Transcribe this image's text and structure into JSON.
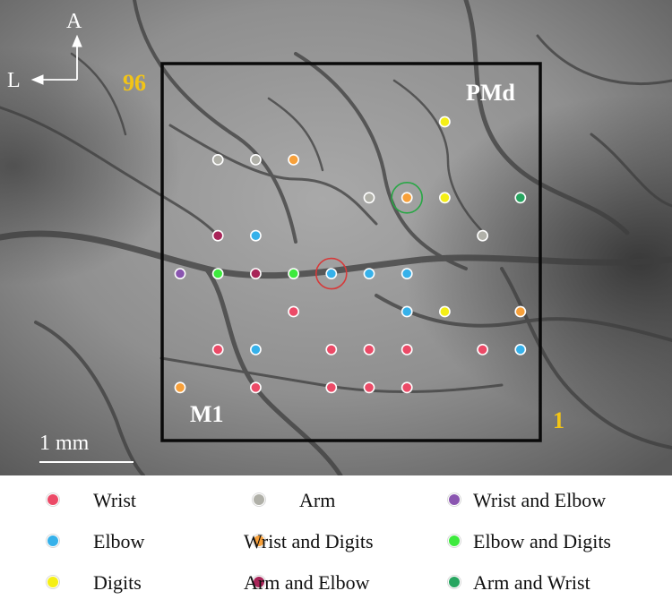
{
  "figure": {
    "region_top_right": "PMd",
    "region_bottom_left": "M1",
    "channel_label_top_left": "96",
    "channel_label_bottom_right": "1",
    "scale_bar_label": "1 mm",
    "compass_anterior": "A",
    "compass_lateral": "L",
    "colors": {
      "array_outline": "#0a0a0a",
      "region_label": "#ffffff",
      "channel_label": "#f2c416",
      "marker_red_circle": "#d63a3a",
      "marker_green_circle": "#28a745"
    }
  },
  "categories": [
    {
      "key": "wrist",
      "label": "Wrist",
      "color": "#ec4a67"
    },
    {
      "key": "arm",
      "label": "Arm",
      "color": "#b0b0a8"
    },
    {
      "key": "wrist_elbow",
      "label": "Wrist and Elbow",
      "color": "#8a55b0"
    },
    {
      "key": "elbow",
      "label": "Elbow",
      "color": "#36b1ea"
    },
    {
      "key": "wrist_digits",
      "label": "Wrist and Digits",
      "color": "#f7a03a"
    },
    {
      "key": "elbow_digits",
      "label": "Elbow and Digits",
      "color": "#3dea3d"
    },
    {
      "key": "digits",
      "label": "Digits",
      "color": "#f5ef16"
    },
    {
      "key": "arm_elbow",
      "label": "Arm and Elbow",
      "color": "#a82458"
    },
    {
      "key": "arm_wrist",
      "label": "Arm and Wrist",
      "color": "#27a560"
    }
  ],
  "electrodes": [
    {
      "col": 7,
      "row": 1,
      "category": "digits"
    },
    {
      "col": 1,
      "row": 2,
      "category": "arm"
    },
    {
      "col": 2,
      "row": 2,
      "category": "arm"
    },
    {
      "col": 3,
      "row": 2,
      "category": "wrist_digits"
    },
    {
      "col": 5,
      "row": 3,
      "category": "arm"
    },
    {
      "col": 6,
      "row": 3,
      "category": "wrist_digits",
      "ring": "green"
    },
    {
      "col": 7,
      "row": 3,
      "category": "digits"
    },
    {
      "col": 9,
      "row": 3,
      "category": "arm_wrist"
    },
    {
      "col": 1,
      "row": 4,
      "category": "arm_elbow"
    },
    {
      "col": 2,
      "row": 4,
      "category": "elbow"
    },
    {
      "col": 8,
      "row": 4,
      "category": "arm"
    },
    {
      "col": 0,
      "row": 5,
      "category": "wrist_elbow"
    },
    {
      "col": 1,
      "row": 5,
      "category": "elbow_digits"
    },
    {
      "col": 2,
      "row": 5,
      "category": "arm_elbow"
    },
    {
      "col": 3,
      "row": 5,
      "category": "elbow_digits"
    },
    {
      "col": 4,
      "row": 5,
      "category": "elbow",
      "ring": "red"
    },
    {
      "col": 5,
      "row": 5,
      "category": "elbow"
    },
    {
      "col": 6,
      "row": 5,
      "category": "elbow"
    },
    {
      "col": 3,
      "row": 6,
      "category": "wrist"
    },
    {
      "col": 6,
      "row": 6,
      "category": "elbow"
    },
    {
      "col": 7,
      "row": 6,
      "category": "digits"
    },
    {
      "col": 9,
      "row": 6,
      "category": "wrist_digits"
    },
    {
      "col": 1,
      "row": 7,
      "category": "wrist"
    },
    {
      "col": 2,
      "row": 7,
      "category": "elbow"
    },
    {
      "col": 4,
      "row": 7,
      "category": "wrist"
    },
    {
      "col": 5,
      "row": 7,
      "category": "wrist"
    },
    {
      "col": 6,
      "row": 7,
      "category": "wrist"
    },
    {
      "col": 8,
      "row": 7,
      "category": "wrist"
    },
    {
      "col": 9,
      "row": 7,
      "category": "elbow"
    },
    {
      "col": 0,
      "row": 8,
      "category": "wrist_digits"
    },
    {
      "col": 2,
      "row": 8,
      "category": "wrist"
    },
    {
      "col": 4,
      "row": 8,
      "category": "wrist"
    },
    {
      "col": 5,
      "row": 8,
      "category": "wrist"
    },
    {
      "col": 6,
      "row": 8,
      "category": "wrist"
    }
  ]
}
